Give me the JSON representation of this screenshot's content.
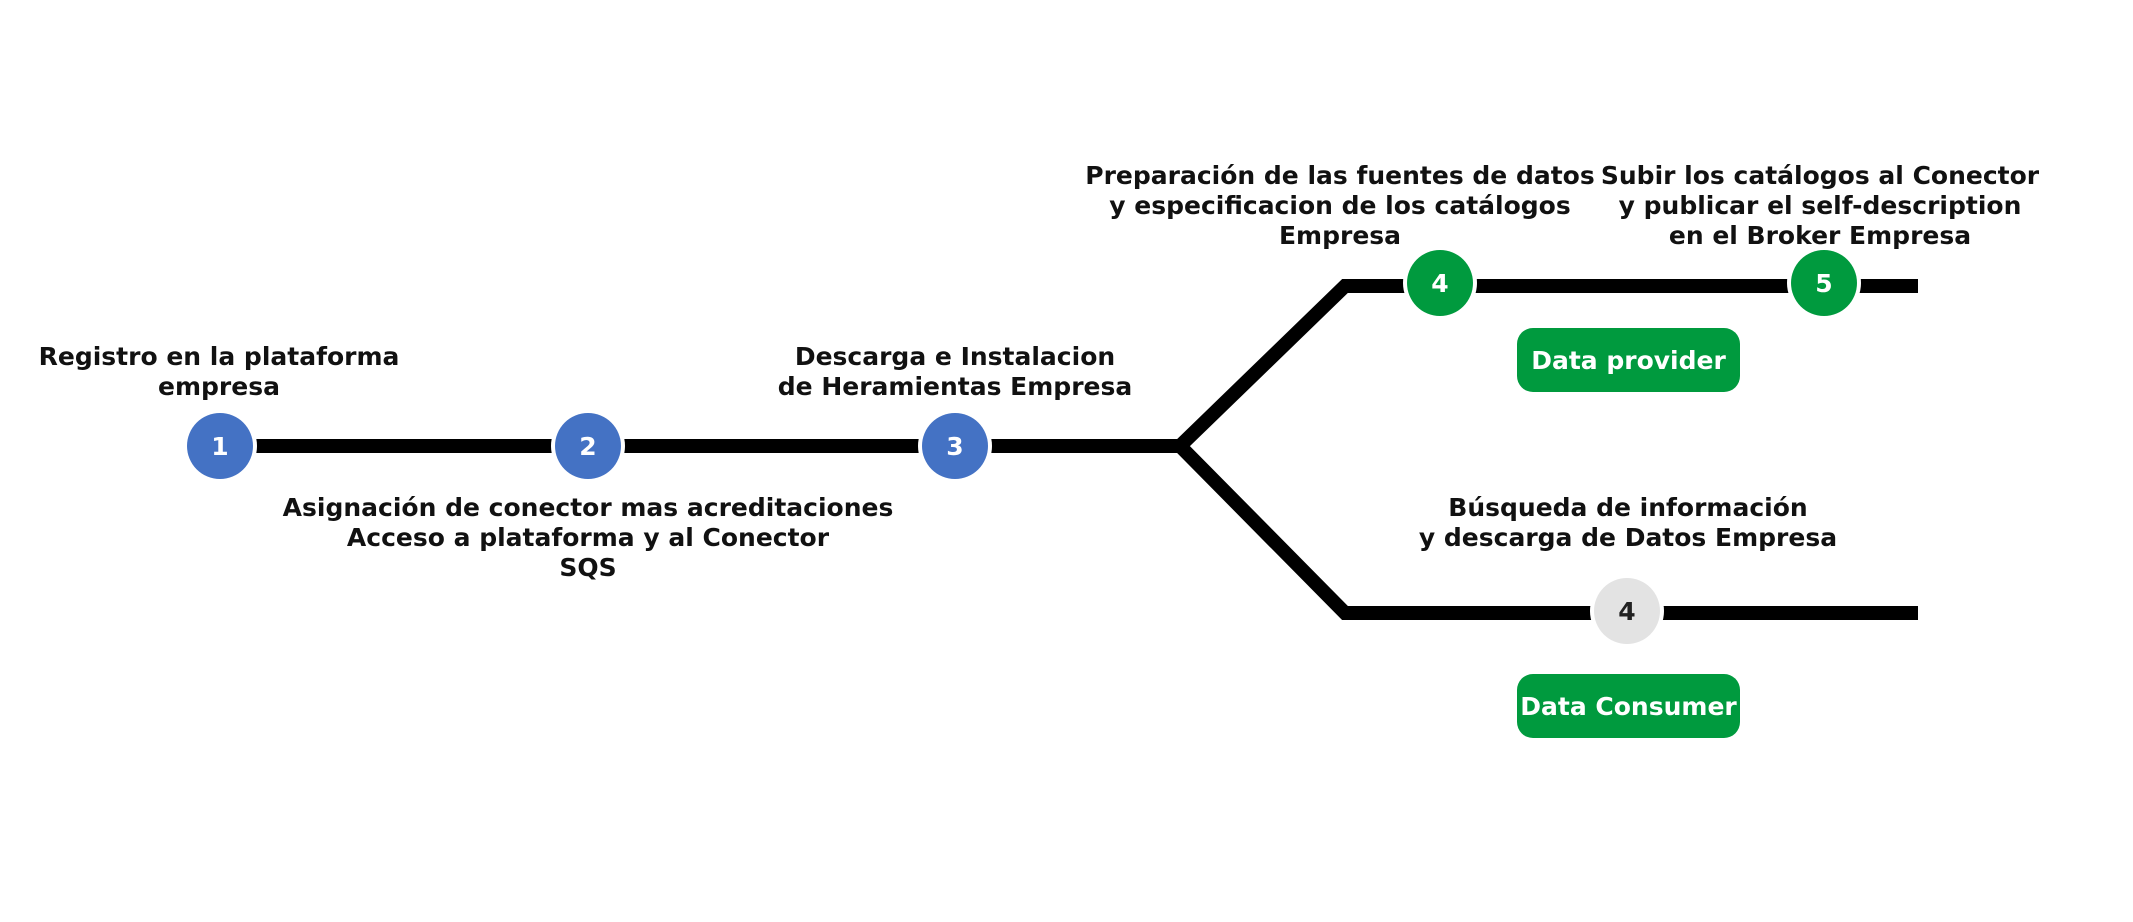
{
  "colors": {
    "track": "#000000",
    "blue_node": "#4472c4",
    "green_node": "#009a3e",
    "gray_node": "#e3e3e3",
    "badge": "#009a3e"
  },
  "steps": [
    {
      "number": "1",
      "lines": [
        "Registro en la plataforma",
        "empresa"
      ]
    },
    {
      "number": "2",
      "lines": [
        "Asignación de conector mas acreditaciones",
        "Acceso a plataforma y al Conector",
        "SQS"
      ]
    },
    {
      "number": "3",
      "lines": [
        "Descarga e Instalacion",
        "de Heramientas Empresa"
      ]
    }
  ],
  "provider": {
    "steps": [
      {
        "number": "4",
        "lines": [
          "Preparación de las fuentes de datos",
          "y especificacion de los catálogos",
          "Empresa"
        ]
      },
      {
        "number": "5",
        "lines": [
          "Subir los catálogos al Conector",
          "y publicar el self-description",
          "en el Broker Empresa"
        ]
      }
    ],
    "badge": "Data provider"
  },
  "consumer": {
    "steps": [
      {
        "number": "4",
        "lines": [
          "Búsqueda de información",
          "y descarga de Datos Empresa"
        ]
      }
    ],
    "badge": "Data Consumer"
  }
}
